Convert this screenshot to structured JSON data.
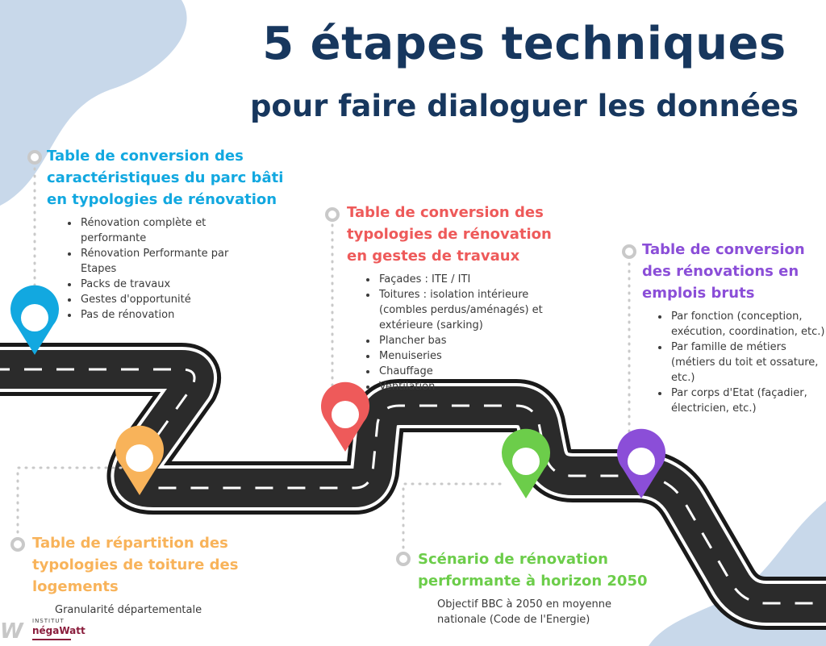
{
  "title": "5 étapes techniques",
  "subtitle": "pour faire dialoguer les données",
  "colors": {
    "navy": "#17375e",
    "step1": "#12a8e0",
    "step2": "#f8b35a",
    "step3": "#ee5a5a",
    "step4": "#6ccd4a",
    "step5": "#8b4ed8",
    "road": "#2b2b2b",
    "blob": "#c8d8ea"
  },
  "steps": [
    {
      "title": "Table de conversion des caractéristiques du parc bâti en typologies de rénovation",
      "items": [
        "Rénovation complète et performante",
        "Rénovation Performante par Etapes",
        "Packs de travaux",
        "Gestes d'opportunité",
        "Pas de rénovation"
      ]
    },
    {
      "title": "Table de répartition des typologies de toiture des logements",
      "description": "Granularité départementale"
    },
    {
      "title": "Table de conversion des typologies de rénovation en gestes de travaux",
      "items": [
        "Façades : ITE / ITI",
        "Toitures : isolation intérieure (combles perdus/aménagés) et extérieure (sarking)",
        "Plancher bas",
        "Menuiseries",
        "Chauffage",
        "Ventilation"
      ]
    },
    {
      "title": "Scénario de rénovation performante à horizon 2050",
      "description": "Objectif BBC à 2050 en moyenne nationale (Code de l'Energie)"
    },
    {
      "title": "Table de conversion des rénovations en emplois bruts",
      "items": [
        "Par fonction (conception, exécution, coordination, etc.)",
        "Par famille de métiers (métiers du toit et ossature, etc.)",
        "Par corps d'Etat (façadier, électricien, etc.)"
      ]
    }
  ],
  "logo": {
    "mark": "W",
    "institut": "INSTITUT",
    "name": "négaWatt"
  }
}
